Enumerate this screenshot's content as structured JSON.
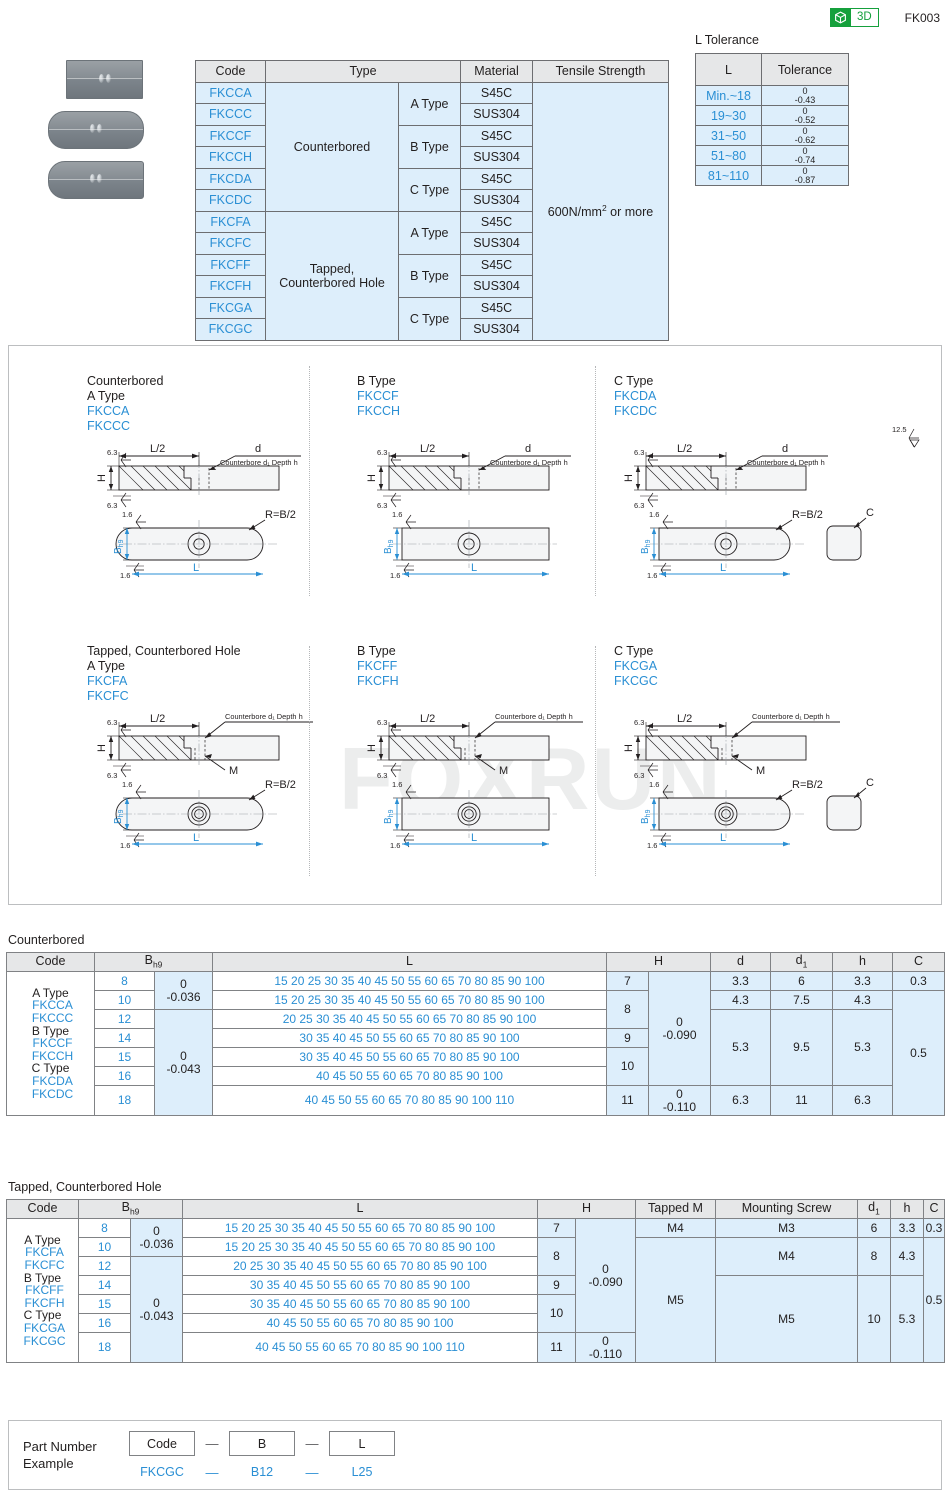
{
  "header": {
    "badge_label": "3D",
    "badge_icon": "cube-icon",
    "product_code": "FK003",
    "badge_color": "#15a03c"
  },
  "colors": {
    "blue": "#2a8fd4",
    "header_fill": "#e6e7e8",
    "cell_fill": "#ddeefb",
    "border": "#6d6e71"
  },
  "spec_table": {
    "headers": [
      "Code",
      "Type",
      "",
      "Material",
      "Tensile Strength"
    ],
    "tensile": "600N/mm2 or more",
    "tensile_base": "600N/mm",
    "tensile_sup": "2",
    "tensile_tail": " or more",
    "groups": [
      {
        "type": "Counterbored",
        "subtypes": [
          {
            "label": "A Type",
            "rows": [
              {
                "code": "FKCCA",
                "material": "S45C"
              },
              {
                "code": "FKCCC",
                "material": "SUS304"
              }
            ]
          },
          {
            "label": "B Type",
            "rows": [
              {
                "code": "FKCCF",
                "material": "S45C"
              },
              {
                "code": "FKCCH",
                "material": "SUS304"
              }
            ]
          },
          {
            "label": "C Type",
            "rows": [
              {
                "code": "FKCDA",
                "material": "S45C"
              },
              {
                "code": "FKCDC",
                "material": "SUS304"
              }
            ]
          }
        ]
      },
      {
        "type": "Tapped, Counterbored Hole",
        "type_line1": "Tapped,",
        "type_line2": "Counterbored Hole",
        "subtypes": [
          {
            "label": "A Type",
            "rows": [
              {
                "code": "FKCFA",
                "material": "S45C"
              },
              {
                "code": "FKCFC",
                "material": "SUS304"
              }
            ]
          },
          {
            "label": "B Type",
            "rows": [
              {
                "code": "FKCFF",
                "material": "S45C"
              },
              {
                "code": "FKCFH",
                "material": "SUS304"
              }
            ]
          },
          {
            "label": "C Type",
            "rows": [
              {
                "code": "FKCGA",
                "material": "S45C"
              },
              {
                "code": "FKCGC",
                "material": "SUS304"
              }
            ]
          }
        ]
      }
    ]
  },
  "l_tolerance": {
    "title": "L Tolerance",
    "headers": [
      "L",
      "Tolerance"
    ],
    "rows": [
      {
        "l": "Min.~18",
        "upper": "0",
        "lower": "-0.43"
      },
      {
        "l": "19~30",
        "upper": "0",
        "lower": "-0.52"
      },
      {
        "l": "31~50",
        "upper": "0",
        "lower": "-0.62"
      },
      {
        "l": "51~80",
        "upper": "0",
        "lower": "-0.74"
      },
      {
        "l": "81~110",
        "upper": "0",
        "lower": "-0.87"
      }
    ]
  },
  "drawings": {
    "labels": {
      "L2": "L/2",
      "d": "d",
      "counterbore": "Counterbore d₁ Depth h",
      "H": "H",
      "rough_63": "6.3",
      "rough_16": "1.6",
      "rough_125": "12.5",
      "R": "R=B/2",
      "L": "L",
      "Bh9": "Bh9",
      "M": "M",
      "C": "C"
    },
    "items": [
      {
        "group": "Counterbored",
        "type": "A Type",
        "codes": [
          "FKCCA",
          "FKCCC"
        ],
        "shape": "rounded",
        "hole": "counterbore",
        "chamfer": false
      },
      {
        "group": "",
        "type": "B Type",
        "codes": [
          "FKCCF",
          "FKCCH"
        ],
        "shape": "square",
        "hole": "counterbore",
        "chamfer": false
      },
      {
        "group": "",
        "type": "C Type",
        "codes": [
          "FKCDA",
          "FKCDC"
        ],
        "shape": "half-round",
        "hole": "counterbore",
        "chamfer": true
      },
      {
        "group": "Tapped, Counterbored Hole",
        "type": "A Type",
        "codes": [
          "FKCFA",
          "FKCFC"
        ],
        "shape": "rounded",
        "hole": "tapped",
        "chamfer": false
      },
      {
        "group": "",
        "type": "B Type",
        "codes": [
          "FKCFF",
          "FKCFH"
        ],
        "shape": "square",
        "hole": "tapped",
        "chamfer": false
      },
      {
        "group": "",
        "type": "C Type",
        "codes": [
          "FKCGA",
          "FKCGC"
        ],
        "shape": "half-round",
        "hole": "tapped",
        "chamfer": true
      }
    ]
  },
  "counterbored_table": {
    "title": "Counterbored",
    "headers": [
      "Code",
      "Bh9",
      "L",
      "H",
      "d",
      "d1",
      "h",
      "C"
    ],
    "code_lines": [
      {
        "text": "A Type",
        "blue": false
      },
      {
        "text": "FKCCA",
        "blue": true
      },
      {
        "text": "FKCCC",
        "blue": true
      },
      {
        "text": "B Type",
        "blue": false
      },
      {
        "text": "FKCCF",
        "blue": true
      },
      {
        "text": "FKCCH",
        "blue": true
      },
      {
        "text": "C Type",
        "blue": false
      },
      {
        "text": "FKCDA",
        "blue": true
      },
      {
        "text": "FKCDC",
        "blue": true
      }
    ],
    "rows": [
      {
        "b": "8",
        "l": "15 20 25 30 35 40 45 50 55 60 65 70 80 85 90 100"
      },
      {
        "b": "10",
        "l": "15 20 25 30 35 40 45 50 55 60 65 70 80 85 90 100"
      },
      {
        "b": "12",
        "l": "20 25 30 35 40 45 50 55 60 65 70 80 85 90 100"
      },
      {
        "b": "14",
        "l": "30 35 40 45 50 55 60 65 70 80 85 90 100"
      },
      {
        "b": "15",
        "l": "30 35 40 45 50 55 60 65 70 80 85 90 100"
      },
      {
        "b": "16",
        "l": "40 45 50 55 60 65 70 80 85 90 100"
      },
      {
        "b": "18",
        "l": "40 45 50 55 60 65 70 80 85 90 100 110"
      }
    ],
    "b_tol_1": {
      "upper": "0",
      "lower": "-0.036"
    },
    "b_tol_2": {
      "upper": "0",
      "lower": "-0.043"
    },
    "h_values": [
      {
        "v": "7",
        "span": 1
      },
      {
        "v": "8",
        "span": 2
      },
      {
        "v": "9",
        "span": 1
      },
      {
        "v": "10",
        "span": 2
      },
      {
        "v": "11",
        "span": 1
      }
    ],
    "h_tol_1": {
      "upper": "0",
      "lower": "-0.090"
    },
    "h_tol_2": {
      "upper": "0",
      "lower": "-0.110"
    },
    "d_groups": [
      {
        "v": "3.3",
        "span": 1
      },
      {
        "v": "4.3",
        "span": 1
      },
      {
        "v": "5.3",
        "span": 4
      },
      {
        "v": "6.3",
        "span": 1
      }
    ],
    "d1_groups": [
      {
        "v": "6",
        "span": 1
      },
      {
        "v": "7.5",
        "span": 1
      },
      {
        "v": "9.5",
        "span": 4
      },
      {
        "v": "11",
        "span": 1
      }
    ],
    "h2_groups": [
      {
        "v": "3.3",
        "span": 1
      },
      {
        "v": "4.3",
        "span": 1
      },
      {
        "v": "5.3",
        "span": 4
      },
      {
        "v": "6.3",
        "span": 1
      }
    ],
    "c_groups": [
      {
        "v": "0.3",
        "span": 1
      },
      {
        "v": "0.5",
        "span": 6
      }
    ]
  },
  "tapped_table": {
    "title": "Tapped, Counterbored Hole",
    "headers": [
      "Code",
      "Bh9",
      "L",
      "H",
      "Tapped M",
      "Mounting Screw",
      "d1",
      "h",
      "C"
    ],
    "code_lines": [
      {
        "text": "A Type",
        "blue": false
      },
      {
        "text": "FKCFA",
        "blue": true
      },
      {
        "text": "FKCFC",
        "blue": true
      },
      {
        "text": "B Type",
        "blue": false
      },
      {
        "text": "FKCFF",
        "blue": true
      },
      {
        "text": "FKCFH",
        "blue": true
      },
      {
        "text": "C Type",
        "blue": false
      },
      {
        "text": "FKCGA",
        "blue": true
      },
      {
        "text": "FKCGC",
        "blue": true
      }
    ],
    "rows": [
      {
        "b": "8",
        "l": "15 20 25 30 35 40 45 50 55 60 65 70 80 85 90 100"
      },
      {
        "b": "10",
        "l": "15 20 25 30 35 40 45 50 55 60 65 70 80 85 90 100"
      },
      {
        "b": "12",
        "l": "20 25 30 35 40 45 50 55 60 65 70 80 85 90 100"
      },
      {
        "b": "14",
        "l": "30 35 40 45 50 55 60 65 70 80 85 90 100"
      },
      {
        "b": "15",
        "l": "30 35 40 45 50 55 60 65 70 80 85 90 100"
      },
      {
        "b": "16",
        "l": "40 45 50 55 60 65 70 80 85 90 100"
      },
      {
        "b": "18",
        "l": "40 45 50 55 60 65 70 80 85 90 100 110"
      }
    ],
    "b_tol_1": {
      "upper": "0",
      "lower": "-0.036"
    },
    "b_tol_2": {
      "upper": "0",
      "lower": "-0.043"
    },
    "h_values": [
      {
        "v": "7",
        "span": 1
      },
      {
        "v": "8",
        "span": 2
      },
      {
        "v": "9",
        "span": 1
      },
      {
        "v": "10",
        "span": 2
      },
      {
        "v": "11",
        "span": 1
      }
    ],
    "h_tol_1": {
      "upper": "0",
      "lower": "-0.090"
    },
    "h_tol_2": {
      "upper": "0",
      "lower": "-0.110"
    },
    "tapped_m": [
      {
        "v": "M4",
        "span": 1
      },
      {
        "v": "M5",
        "span": 6
      }
    ],
    "mount_screw": [
      {
        "v": "M3",
        "span": 1
      },
      {
        "v": "M4",
        "span": 2
      },
      {
        "v": "M5",
        "span": 4
      }
    ],
    "d1_groups": [
      {
        "v": "6",
        "span": 1
      },
      {
        "v": "8",
        "span": 2
      },
      {
        "v": "10",
        "span": 4
      }
    ],
    "h2_groups": [
      {
        "v": "3.3",
        "span": 1
      },
      {
        "v": "4.3",
        "span": 2
      },
      {
        "v": "5.3",
        "span": 4
      }
    ],
    "c_groups": [
      {
        "v": "0.3",
        "span": 1
      },
      {
        "v": "0.5",
        "span": 6
      }
    ]
  },
  "part_number": {
    "label_line1": "Part Number",
    "label_line2": "Example",
    "boxes": [
      "Code",
      "B",
      "L"
    ],
    "values": [
      "FKCGC",
      "B12",
      "L25"
    ],
    "separator": "—"
  },
  "watermark_text": "FOXRUN"
}
